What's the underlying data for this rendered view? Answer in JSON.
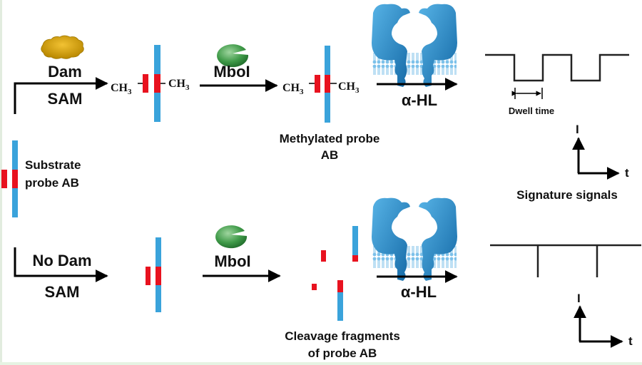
{
  "colors": {
    "dna_strand": "#3aa3db",
    "site": "#e8121f",
    "dam_enzyme": "#d6a106",
    "mboi_enzyme": "#3f9a48",
    "pore": "#1f86c4",
    "arrow": "#000000",
    "text": "#111111"
  },
  "top_row": {
    "enzyme1_label": "Dam",
    "cofactor_label": "SAM",
    "methyl_left": "CH",
    "methyl_right": "CH",
    "methyl_sub": "3",
    "enzyme2_label": "MboI",
    "product_label_line1": "Methylated probe",
    "product_label_line2": "AB",
    "pore_label": "α-HL",
    "signal_annotation": "Dwell time"
  },
  "substrate": {
    "label_line1": "Substrate",
    "label_line2": "probe AB"
  },
  "bottom_row": {
    "enzyme1_label": "No Dam",
    "cofactor_label": "SAM",
    "enzyme2_label": "MboI",
    "product_label_line1": "Cleavage fragments",
    "product_label_line2": "of probe AB",
    "pore_label": "α-HL"
  },
  "signals": {
    "title": "Signature signals",
    "y_axis": "I",
    "x_axis": "t",
    "top_trace": {
      "type": "square-wave",
      "blockade_events": 2
    },
    "bottom_trace": {
      "type": "spikes",
      "spike_events": 2
    }
  }
}
